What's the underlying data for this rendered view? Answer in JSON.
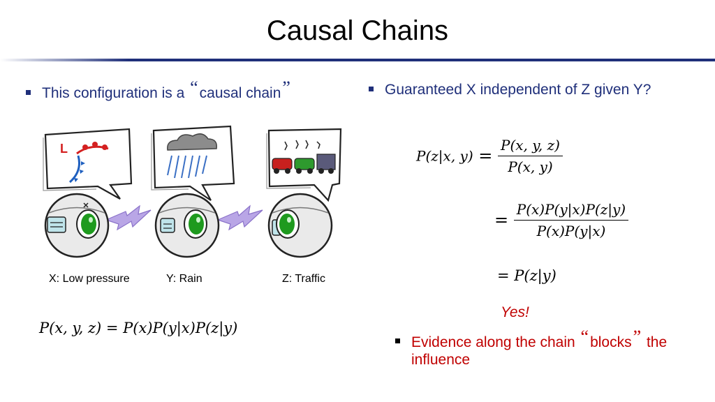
{
  "slide": {
    "title": "Causal Chains",
    "left_bullet": {
      "text_before": "This configuration is a ",
      "quoted": "causal chain"
    },
    "right_bullet": {
      "text": "Guaranteed X independent of Z given Y?"
    },
    "captions": {
      "x": "X: Low pressure",
      "y": "Y: Rain",
      "z": "Z: Traffic"
    },
    "joint_formula": {
      "lhs": "P(x, y, z)",
      "eq": " = ",
      "rhs": "P(x)P(y|x)P(z|y)"
    },
    "derivation": {
      "line1_lhs": "P(z|x, y)",
      "line1_eq": " = ",
      "line1_num": "P(x, y, z)",
      "line1_den": "P(x, y)",
      "line2_eq": "= ",
      "line2_num": "P(x)P(y|x)P(z|y)",
      "line2_den": "P(x)P(y|x)",
      "line3": "= P(z|y)"
    },
    "answer": "Yes!",
    "evidence_bullet": {
      "text_before": "Evidence along the chain ",
      "quoted": "blocks",
      "text_after": " the influence"
    },
    "colors": {
      "title_rule": "#1f2f7a",
      "bullet_text": "#1f2f7a",
      "answer_red": "#c00000",
      "robot_green": "#1e9a1e",
      "bolt_purple": "#b9a6e6"
    }
  }
}
